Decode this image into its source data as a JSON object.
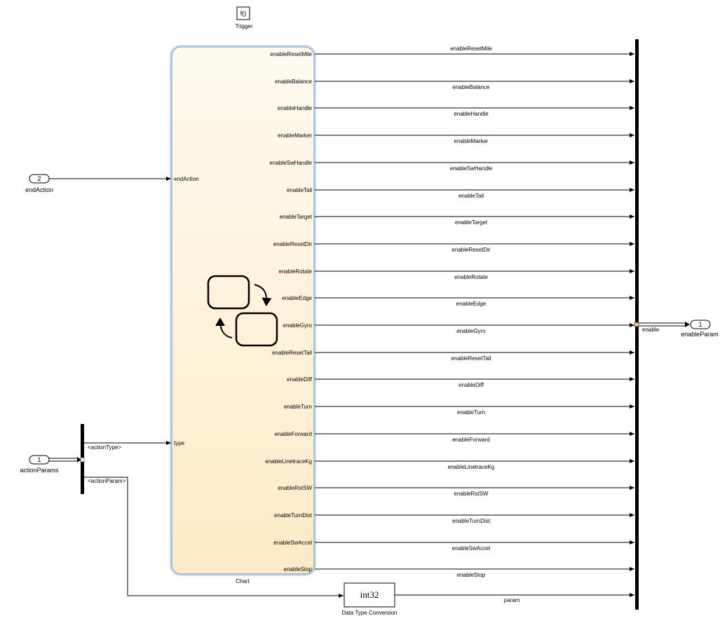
{
  "trigger": {
    "glyph": "f()",
    "label": "Trigger"
  },
  "chart": {
    "label": "Chart",
    "inputs": [
      "endAction",
      "type"
    ],
    "outputs": [
      "enableResetMile",
      "enableBalance",
      "enableHandle",
      "enableMarker",
      "enableSwHandle",
      "enableTail",
      "enableTarget",
      "enableResetDir",
      "enableRotate",
      "enableEdge",
      "enableGyro",
      "enableResetTail",
      "enableDiff",
      "enableTurn",
      "enableForward",
      "enableLinetraceKg",
      "enableRstSW",
      "enableTurnDist",
      "enableSwAccel",
      "enableStop"
    ]
  },
  "inports": [
    {
      "number": "2",
      "label": "endAction"
    },
    {
      "number": "1",
      "label": "actionParams"
    }
  ],
  "bus_selector": {
    "signals": [
      "<actionType>",
      "<actionParam>"
    ]
  },
  "dtc": {
    "text": "int32",
    "label": "Data Type Conversion",
    "signal": "param"
  },
  "bus_creator": {
    "output_signal": "enable"
  },
  "outport": {
    "number": "1",
    "label": "enableParam"
  },
  "colors": {
    "chart_fill_top": "#fffaf0",
    "chart_fill_bottom": "#fdebc8",
    "chart_border": "#9cc4e8"
  }
}
